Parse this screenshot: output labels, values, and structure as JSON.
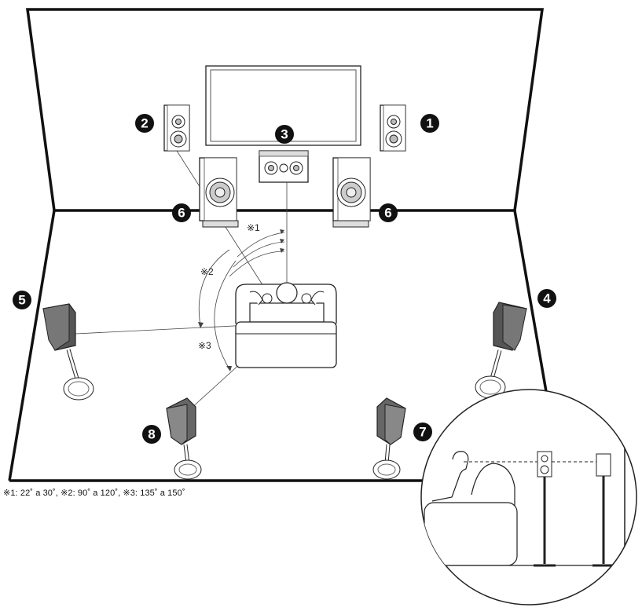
{
  "speaker_labels": {
    "front_right": "1",
    "front_left": "2",
    "center": "3",
    "surround_right": "4",
    "surround_left": "5",
    "subwoofer_left": "6",
    "subwoofer_right": "6",
    "surround_back_right": "7",
    "surround_back_left": "8"
  },
  "angle_marks": {
    "a1": "※1",
    "a2": "※2",
    "a3": "※3"
  },
  "footnote": "※1: 22˚ a 30˚, ※2: 90˚ a 120˚, ※3: 135˚ a 150˚"
}
